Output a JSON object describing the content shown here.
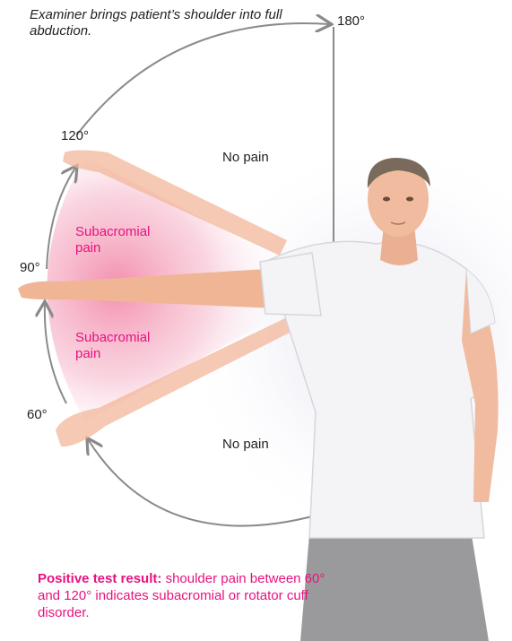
{
  "caption": "Examiner brings patient’s shoulder into full abduction.",
  "degrees": {
    "d180": "180°",
    "d120": "120°",
    "d90": "90°",
    "d60": "60°"
  },
  "zones": {
    "no_pain_upper": "No pain",
    "no_pain_lower": "No pain",
    "subacromial_upper": "Subacromial pain",
    "subacromial_lower": "Subacromial pain"
  },
  "result": {
    "heading": "Positive test result:",
    "text": "shoulder pain between 60° and 120° indicates subacromial or rotator cuff disorder."
  },
  "colors": {
    "accent": "#e8117f",
    "arrow": "#8a8a8a",
    "skin": "#f2b79a",
    "shirt": "#f4f4f6",
    "pants": "#9a9a9c",
    "hair": "#7a6a5c"
  }
}
